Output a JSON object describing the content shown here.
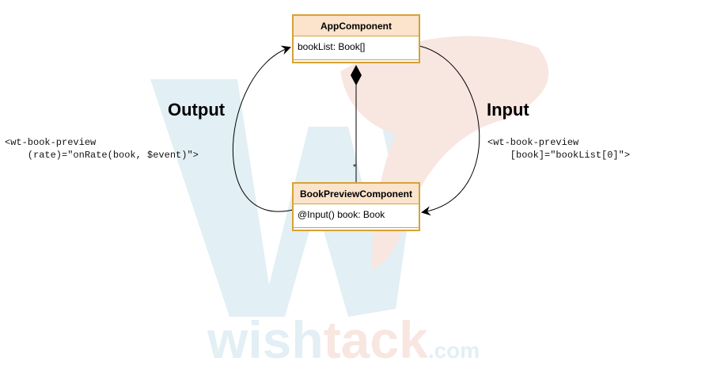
{
  "classes": {
    "app": {
      "name": "AppComponent",
      "attribute": "bookList: Book[]"
    },
    "preview": {
      "name": "BookPreviewComponent",
      "attribute": "@Input() book: Book"
    }
  },
  "labels": {
    "output": "Output",
    "input": "Input",
    "multiplicity": "*"
  },
  "snippets": {
    "output_line1": "<wt-book-preview",
    "output_line2": "    (rate)=\"onRate(book, $event)\">",
    "input_line1": "<wt-book-preview",
    "input_line2": "    [book]=\"bookList[0]\">"
  },
  "watermark": {
    "text_dark": "wish",
    "text_light": "tack",
    "suffix": ".com"
  },
  "colors": {
    "class_border": "#d6a236",
    "class_header": "#fbe3cc",
    "watermark_blue": "#e2eff4",
    "watermark_red": "#f8e6e1"
  }
}
